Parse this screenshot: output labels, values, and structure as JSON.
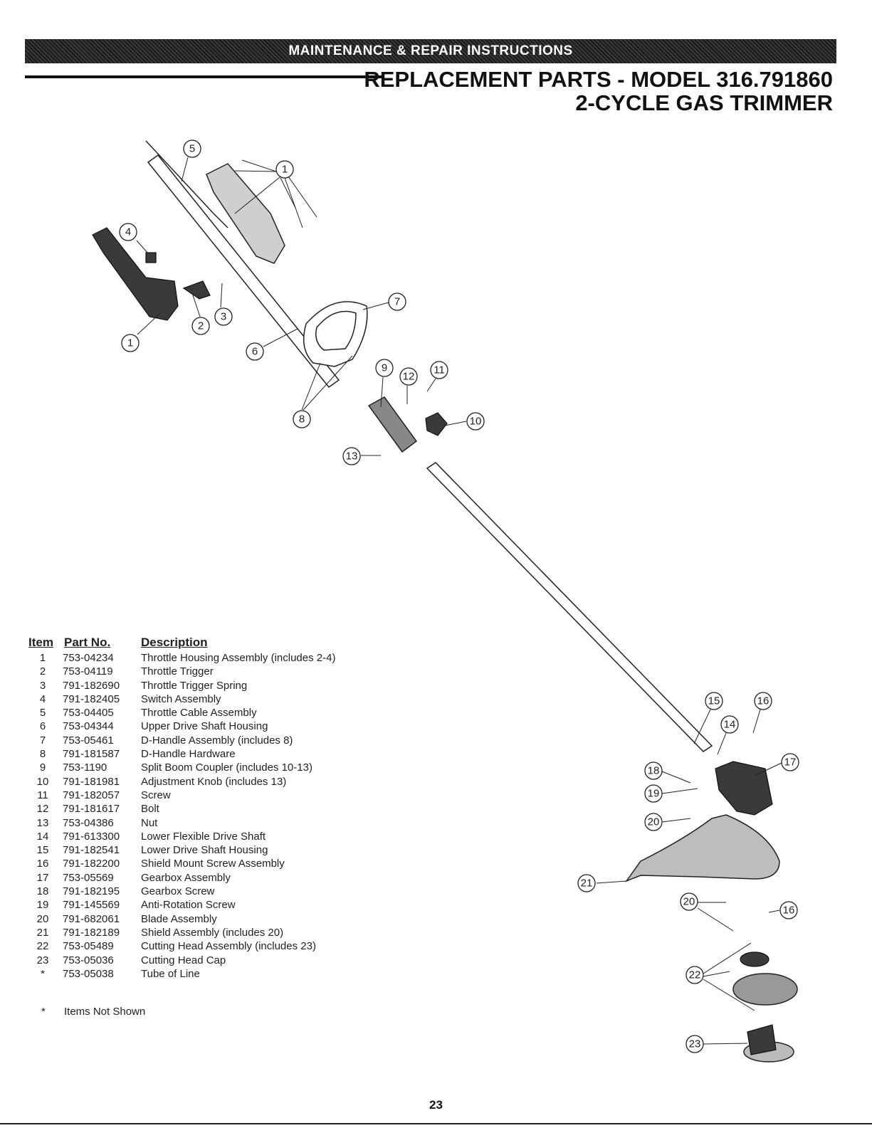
{
  "banner": "MAINTENANCE & REPAIR INSTRUCTIONS",
  "title_line1": "REPLACEMENT PARTS - MODEL 316.791860",
  "title_line2": "2-CYCLE GAS TRIMMER",
  "headers": {
    "item": "Item",
    "part": "Part No.",
    "desc": "Description"
  },
  "parts": [
    {
      "item": "1",
      "part": "753-04234",
      "desc": "Throttle Housing Assembly (includes 2-4)"
    },
    {
      "item": "2",
      "part": "753-04119",
      "desc": "Throttle Trigger"
    },
    {
      "item": "3",
      "part": "791-182690",
      "desc": "Throttle Trigger Spring"
    },
    {
      "item": "4",
      "part": "791-182405",
      "desc": "Switch Assembly"
    },
    {
      "item": "5",
      "part": "753-04405",
      "desc": "Throttle Cable Assembly"
    },
    {
      "item": "6",
      "part": "753-04344",
      "desc": "Upper Drive Shaft Housing"
    },
    {
      "item": "7",
      "part": "753-05461",
      "desc": "D-Handle Assembly (includes 8)"
    },
    {
      "item": "8",
      "part": "791-181587",
      "desc": "D-Handle Hardware"
    },
    {
      "item": "9",
      "part": "753-1190",
      "desc": "Split Boom Coupler (includes 10-13)"
    },
    {
      "item": "10",
      "part": "791-181981",
      "desc": "Adjustment Knob (includes 13)"
    },
    {
      "item": "11",
      "part": "791-182057",
      "desc": "Screw"
    },
    {
      "item": "12",
      "part": "791-181617",
      "desc": "Bolt"
    },
    {
      "item": "13",
      "part": "753-04386",
      "desc": "Nut"
    },
    {
      "item": "14",
      "part": "791-613300",
      "desc": "Lower Flexible Drive Shaft"
    },
    {
      "item": "15",
      "part": "791-182541",
      "desc": "Lower Drive Shaft Housing"
    },
    {
      "item": "16",
      "part": "791-182200",
      "desc": "Shield Mount Screw Assembly"
    },
    {
      "item": "17",
      "part": "753-05569",
      "desc": "Gearbox Assembly"
    },
    {
      "item": "18",
      "part": "791-182195",
      "desc": "Gearbox Screw"
    },
    {
      "item": "19",
      "part": "791-145569",
      "desc": "Anti-Rotation Screw"
    },
    {
      "item": "20",
      "part": "791-682061",
      "desc": "Blade Assembly"
    },
    {
      "item": "21",
      "part": "791-182189",
      "desc": "Shield Assembly (includes 20)"
    },
    {
      "item": "22",
      "part": "753-05489",
      "desc": "Cutting Head Assembly (includes 23)"
    },
    {
      "item": "23",
      "part": "753-05036",
      "desc": "Cutting Head Cap"
    },
    {
      "item": "*",
      "part": "753-05038",
      "desc": "Tube of Line"
    }
  ],
  "footnote": {
    "mark": "*",
    "text": "Items Not Shown"
  },
  "page_number": "23",
  "callouts": [
    "5",
    "1",
    "4",
    "2",
    "3",
    "1",
    "7",
    "6",
    "9",
    "12",
    "11",
    "8",
    "10",
    "13",
    "15",
    "16",
    "14",
    "17",
    "18",
    "19",
    "20",
    "21",
    "20",
    "16",
    "22",
    "23"
  ]
}
